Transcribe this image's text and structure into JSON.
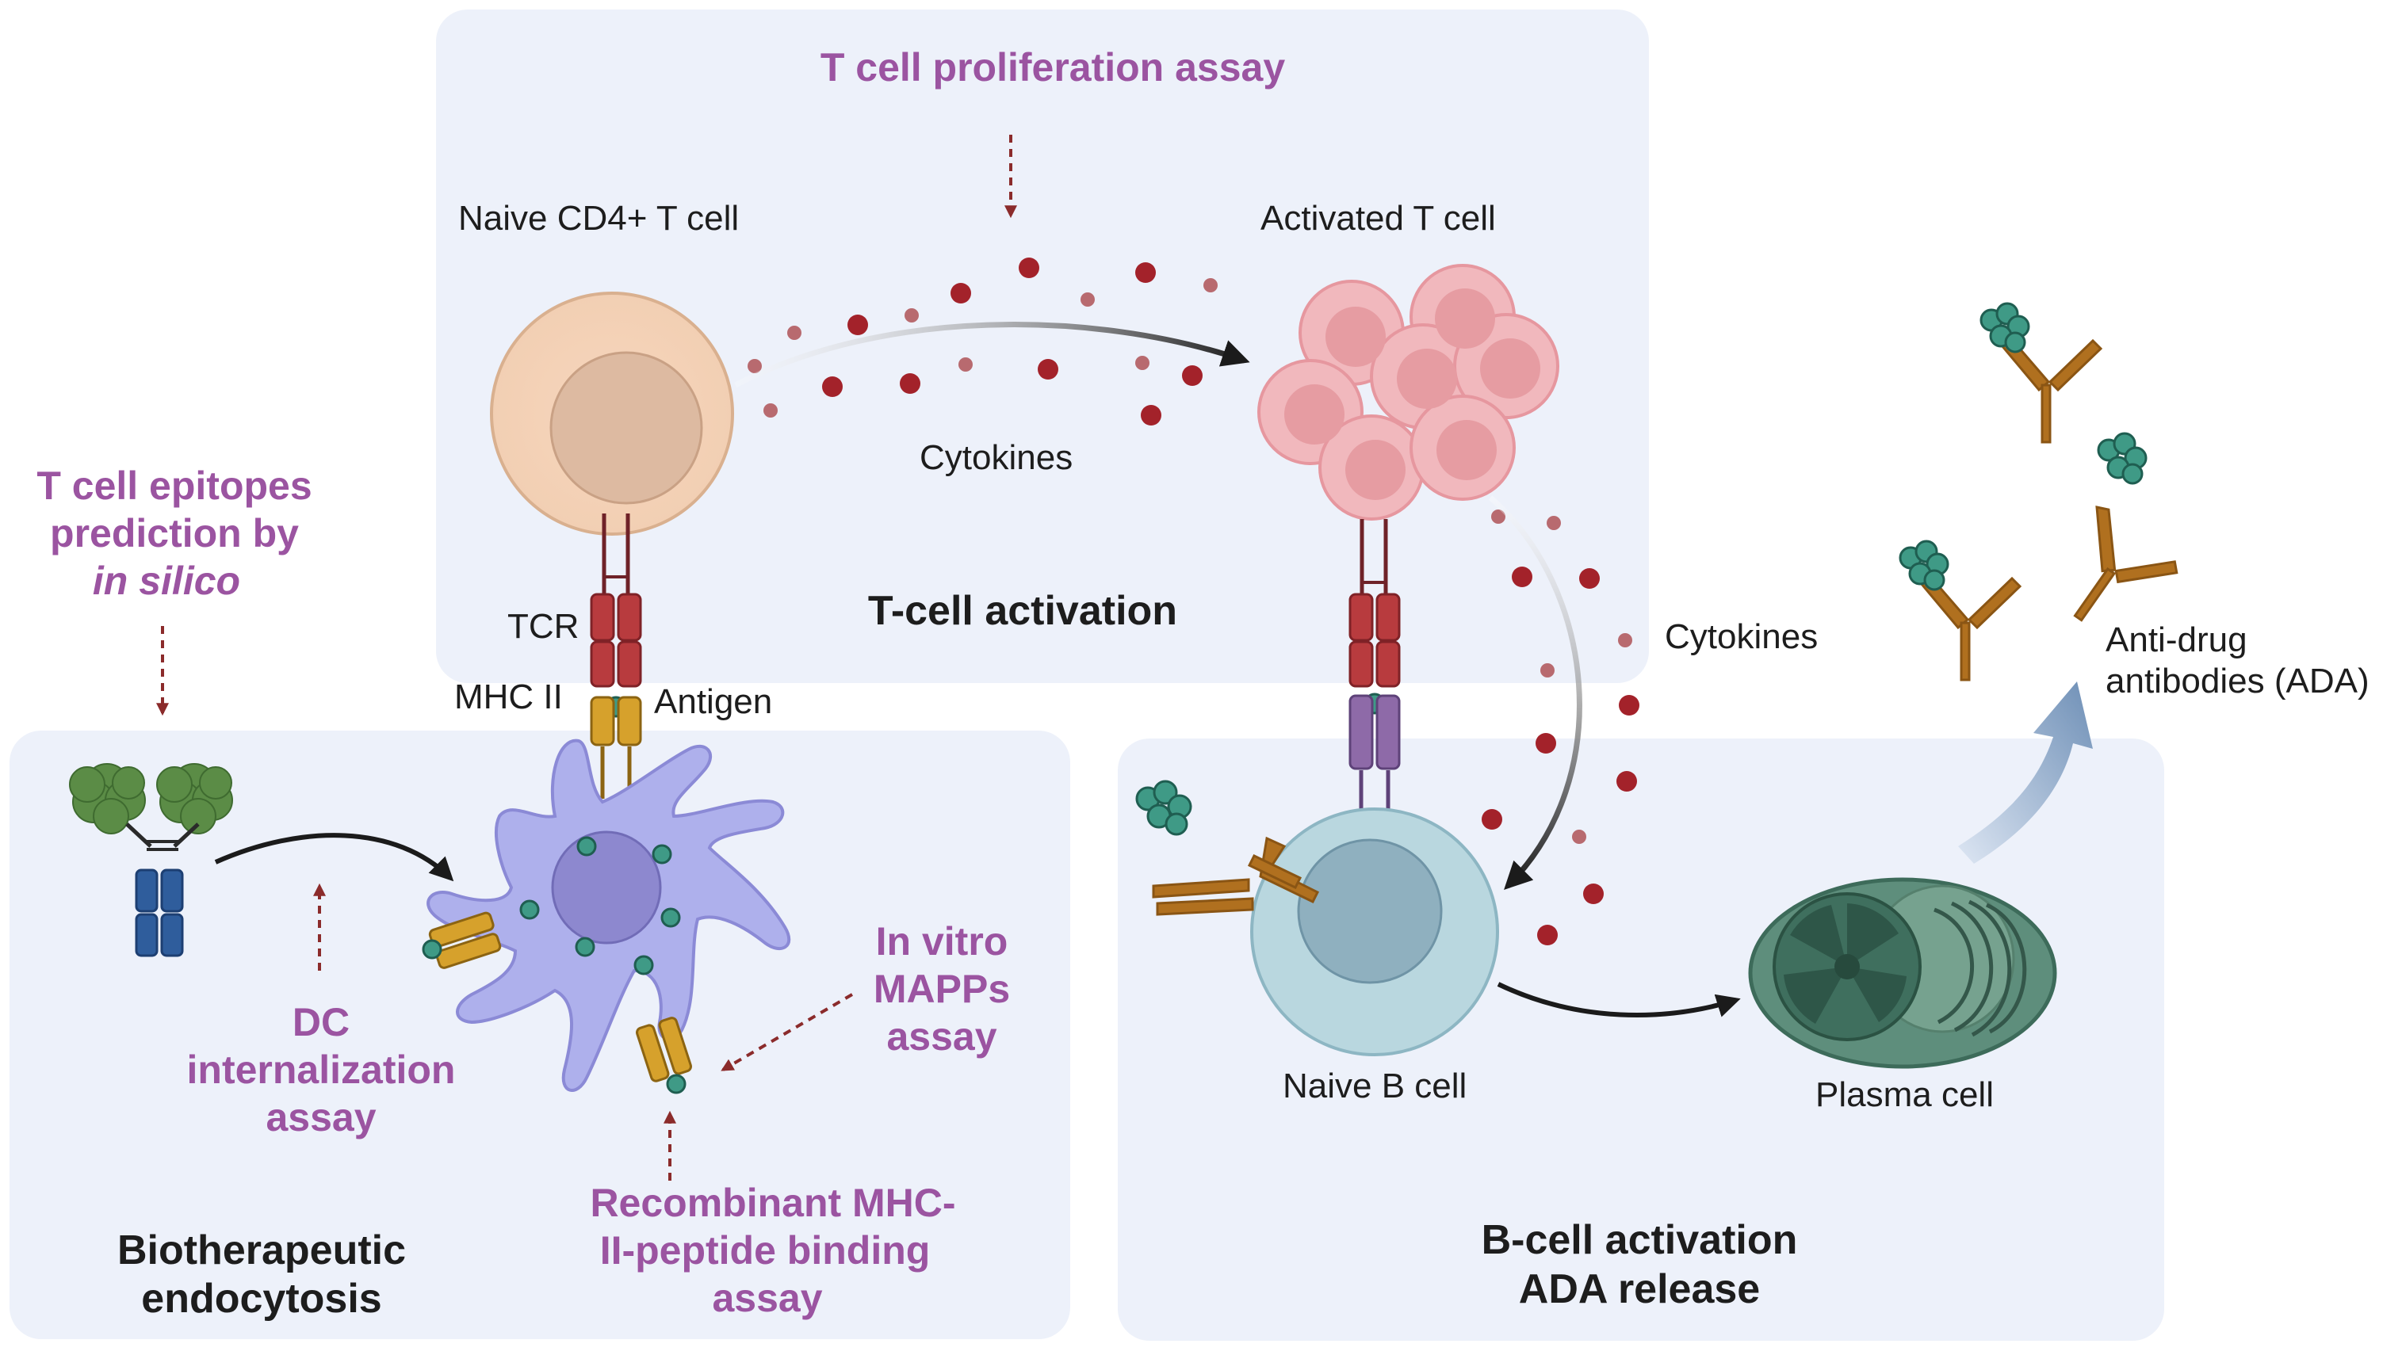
{
  "labels": {
    "naive_cd4": "Naive CD4+ T cell",
    "activated_t": "Activated T cell",
    "cytokines_top": "Cytokines",
    "cytokines_right": "Cytokines",
    "tcr": "TCR",
    "mhc2": "MHC II",
    "antigen": "Antigen",
    "naive_b": "Naive B cell",
    "plasma": "Plasma cell",
    "ada_line1": "Anti-drug",
    "ada_line2": "antibodies (ADA)"
  },
  "titles": {
    "t_activation": "T-cell activation",
    "bio_line1": "Biotherapeutic",
    "bio_line2": "endocytosis",
    "b_line1": "B-cell activation",
    "b_line2": "ADA release"
  },
  "assays": {
    "t_prolif": "T cell proliferation assay",
    "epitope_line1": "T cell epitopes",
    "epitope_line2": "prediction by",
    "epitope_line3": "in silico",
    "dc_line1": "DC",
    "dc_line2": "internalization",
    "dc_line3": "assay",
    "mapps_line1": "In vitro",
    "mapps_line2": "MAPPs",
    "mapps_line3": "assay",
    "recomb_line1": "Recombinant MHC-",
    "recomb_line2": "II-peptide binding",
    "recomb_line3": "assay"
  },
  "colors": {
    "panel": "#edf1fa",
    "assay_text": "#9b54a1",
    "dashed_arrow": "#8b2b2b",
    "cytokine": "#a3222a",
    "antibody": "#b0701f",
    "antigen_bead": "#3f9a86"
  }
}
